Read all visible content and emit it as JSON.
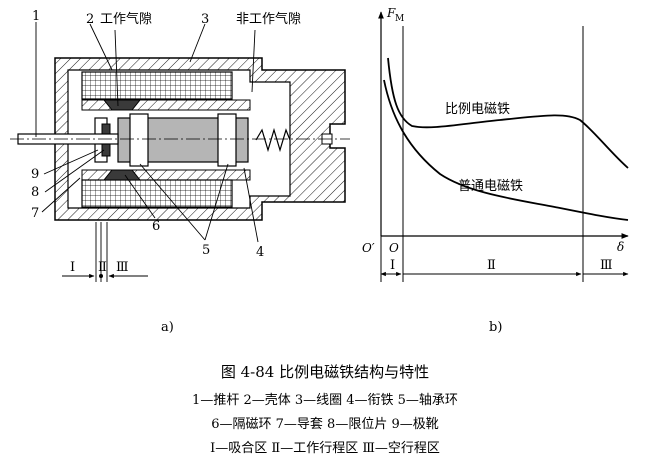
{
  "figure": {
    "title": "图 4-84    比例电磁铁结构与特性",
    "legend_lines": [
      "1—推杆   2—壳体   3—线圈   4—衔铁   5—轴承环",
      "6—隔磁环   7—导套   8—限位片   9—极靴",
      "Ⅰ—吸合区   Ⅱ—工作行程区   Ⅲ—空行程区"
    ],
    "sub_a": "a)",
    "sub_b": "b)"
  },
  "diagram_a": {
    "labels": {
      "n1": "1",
      "n2": "2",
      "n3": "3",
      "n4": "4",
      "n5": "5",
      "n6": "6",
      "n7": "7",
      "n8": "8",
      "n9": "9",
      "working_gap": "工作气隙",
      "nonworking_gap": "非工作气隙",
      "zone1": "Ⅰ",
      "zone2": "Ⅱ",
      "zone3": "Ⅲ"
    }
  },
  "diagram_b": {
    "axis_y": "F",
    "axis_y_sub": "M",
    "axis_x": "δ",
    "origin_prime": "O′",
    "origin": "O",
    "curve_proportional": "比例电磁铁",
    "curve_ordinary": "普通电磁铁",
    "zone1": "Ⅰ",
    "zone2": "Ⅱ",
    "zone3": "Ⅲ"
  }
}
